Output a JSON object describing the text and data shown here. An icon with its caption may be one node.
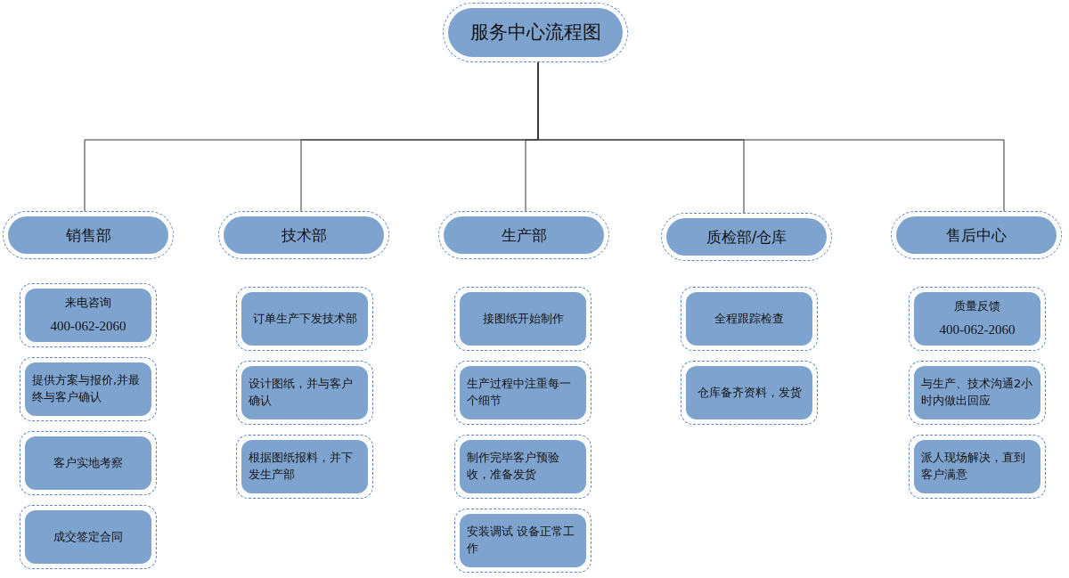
{
  "diagram": {
    "nodes": [
      {
        "text": [
          "服务中心流程图"
        ]
      },
      {
        "text": [
          "销售部"
        ]
      },
      {
        "text": [
          "技术部"
        ]
      },
      {
        "text": [
          "生产部"
        ]
      },
      {
        "text": [
          "质检部/仓库"
        ]
      },
      {
        "text": [
          "售后中心"
        ]
      },
      {
        "text": [
          "来电咨询",
          "400-062-2060"
        ]
      },
      {
        "text": [
          "提供方案与报价,并最终与客户确认"
        ]
      },
      {
        "text": [
          "客户实地考察"
        ]
      },
      {
        "text": [
          "成交签定合同"
        ]
      },
      {
        "text": [
          "订单生产下发技术部"
        ]
      },
      {
        "text": [
          "设计图纸，并与客户确认"
        ]
      },
      {
        "text": [
          "根据图纸报料，并下发生产部"
        ]
      },
      {
        "text": [
          "接图纸开始制作"
        ]
      },
      {
        "text": [
          "生产过程中注重每一个细节"
        ]
      },
      {
        "text": [
          "制作完毕客户预验收，准备发货"
        ]
      },
      {
        "text": [
          "安装调试 设备正常工作"
        ]
      },
      {
        "text": [
          "全程跟踪检查"
        ]
      },
      {
        "text": [
          "仓库备齐资料，发货"
        ]
      },
      {
        "text": [
          "质量反馈",
          "400-062-2060"
        ]
      },
      {
        "text": [
          "与生产、技术沟通2小时内做出回应"
        ]
      },
      {
        "text": [
          "派人现场解决，直到客户满意"
        ]
      }
    ],
    "edges": [
      {
        "from": 0,
        "to": 1,
        "arrow": "none"
      },
      {
        "from": 0,
        "to": 2,
        "arrow": "none"
      },
      {
        "from": 0,
        "to": 3,
        "arrow": "none"
      },
      {
        "from": 0,
        "to": 4,
        "arrow": "none"
      },
      {
        "from": 0,
        "to": 5,
        "arrow": "none"
      }
    ]
  }
}
